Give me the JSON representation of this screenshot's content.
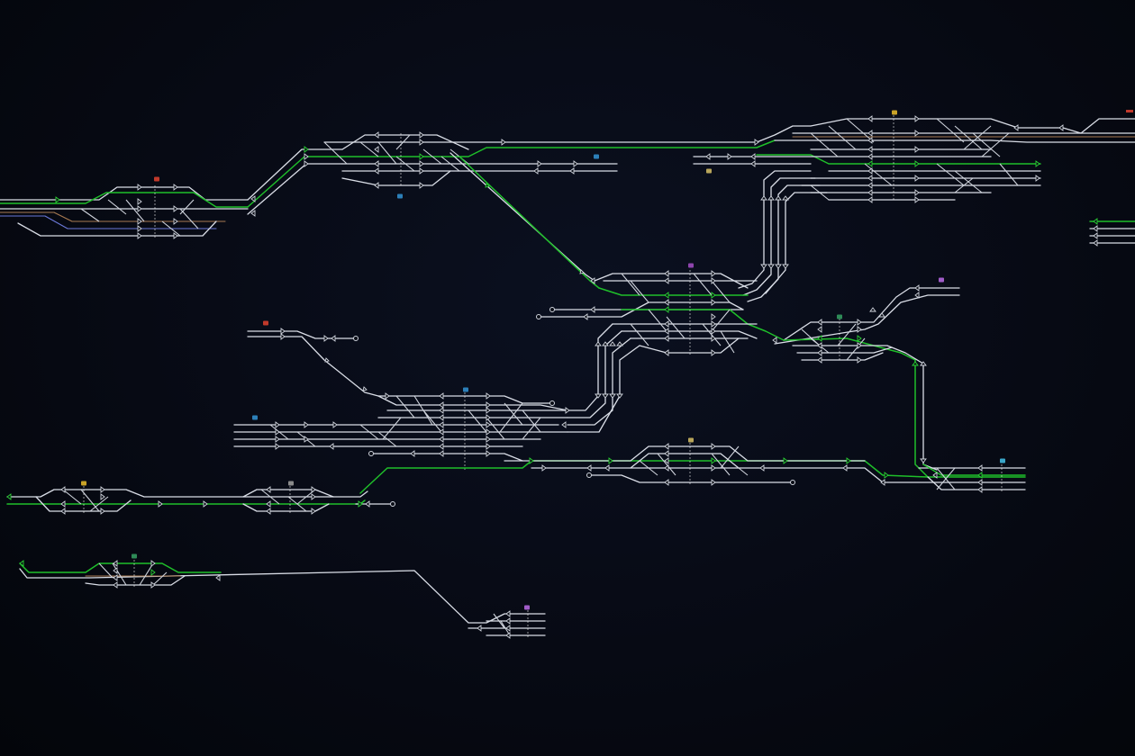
{
  "colors": {
    "background": "#05070d",
    "track": "#d9dde6",
    "route_active": "#1fbf2a",
    "track_alt_copper": "#a87a52",
    "track_alt_blue": "#6b78d8"
  },
  "station_labels": [
    {
      "id": "s1",
      "text": "",
      "color": "#c0392b"
    },
    {
      "id": "s2",
      "text": "",
      "color": "#2c7fb8"
    },
    {
      "id": "s3",
      "text": "",
      "color": "#2c7fb8"
    },
    {
      "id": "s4",
      "text": "",
      "color": "#b8a55a"
    },
    {
      "id": "s5",
      "text": "",
      "color": "#c9a227"
    },
    {
      "id": "s6",
      "text": "",
      "color": "#8e44ad"
    },
    {
      "id": "s7",
      "text": "",
      "color": "#2e8b57"
    },
    {
      "id": "s8",
      "text": "",
      "color": "#a05cc8"
    },
    {
      "id": "s9",
      "text": "",
      "color": "#c0392b"
    },
    {
      "id": "s10",
      "text": "",
      "color": "#2c7fb8"
    },
    {
      "id": "s11",
      "text": "",
      "color": "#2c7fb8"
    },
    {
      "id": "s12",
      "text": "",
      "color": "#b8a55a"
    },
    {
      "id": "s13",
      "text": "",
      "color": "#3aa6c9"
    },
    {
      "id": "s14",
      "text": "",
      "color": "#c9a227"
    },
    {
      "id": "s15",
      "text": "",
      "color": "#8a8a8a"
    },
    {
      "id": "s16",
      "text": "",
      "color": "#2e8b57"
    },
    {
      "id": "s17",
      "text": "",
      "color": "#a05cc8"
    },
    {
      "id": "s18",
      "text": "",
      "color": "#c0392b"
    }
  ]
}
